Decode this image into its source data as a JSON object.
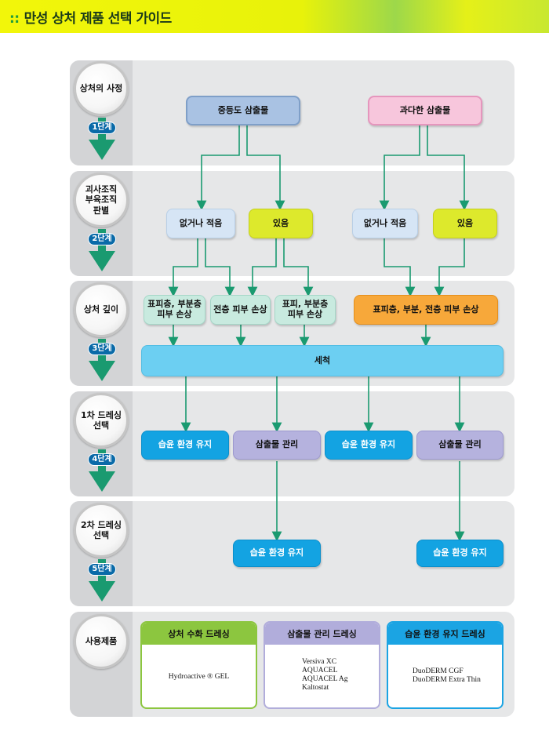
{
  "header": {
    "title": "만성 상처 제품 선택 가이드",
    "bullet": "::"
  },
  "steps": [
    {
      "label": "상처의 사정",
      "step": "1단계"
    },
    {
      "label": "괴사조직\n부육조직\n판별",
      "step": "2단계"
    },
    {
      "label": "상처 깊이",
      "step": "3단계"
    },
    {
      "label": "1차 드레싱\n선택",
      "step": "4단계"
    },
    {
      "label": "2차 드레싱\n선택",
      "step": "5단계"
    },
    {
      "label": "사용제품",
      "step": ""
    }
  ],
  "exudate": {
    "moderate": "중등도 삼출물",
    "excessive": "과다한 삼출물"
  },
  "necrosis": {
    "none_left": "없거나 적음",
    "yes_left": "있음",
    "none_right": "없거나 적음",
    "yes_right": "있음"
  },
  "depth": {
    "epi_partial_1": "표피층, 부분층\n피부 손상",
    "full": "전층 피부 손상",
    "epi_partial_2": "표피, 부분층\n피부 손상",
    "all": "표피층, 부분, 전층 피부 손상"
  },
  "cleansing": "세척",
  "primary": [
    "습윤 환경 유지",
    "삼출물 관리",
    "습윤 환경 유지",
    "삼출물 관리"
  ],
  "secondary": [
    "습윤 환경 유지",
    "습윤 환경 유지"
  ],
  "products": [
    {
      "title": "상처 수화 드레싱",
      "color": "#8cc63f",
      "items": [
        "Hydroactive ® GEL"
      ]
    },
    {
      "title": "삼출물 관리 드레싱",
      "color": "#b1addb",
      "items": [
        "Versiva XC",
        "AQUACEL",
        "AQUACEL Ag",
        "Kaltostat"
      ]
    },
    {
      "title": "습윤 환경 유지 드레싱",
      "color": "#1ba4e3",
      "items": [
        "DuoDERM CGF",
        "DuoDERM Extra Thin"
      ]
    }
  ],
  "colors": {
    "arrow": "#1a9a70",
    "step_badge": "#0a6aa8"
  }
}
